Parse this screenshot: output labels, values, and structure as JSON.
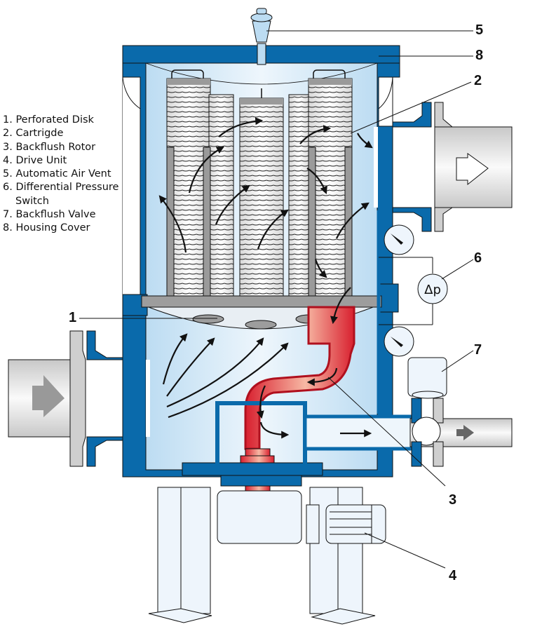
{
  "legend": {
    "items": [
      {
        "num": "1.",
        "label": "Perforated Disk"
      },
      {
        "num": "2.",
        "label": "Cartrigde"
      },
      {
        "num": "3.",
        "label": "Backflush Rotor"
      },
      {
        "num": "4.",
        "label": "Drive Unit"
      },
      {
        "num": "5.",
        "label": "Automatic Air Vent"
      },
      {
        "num": "6.",
        "label": "Differential Pressure",
        "continuation": "Switch"
      },
      {
        "num": "7.",
        "label": "Backflush Valve"
      },
      {
        "num": "8.",
        "label": "Housing Cover"
      }
    ]
  },
  "callouts": {
    "c1": "1",
    "c2": "2",
    "c3": "3",
    "c4": "4",
    "c5": "5",
    "c6": "6",
    "c7": "7",
    "c8": "8"
  },
  "gauge": {
    "dp_label": "Δp"
  },
  "colors": {
    "housing_blue": "#0a6aab",
    "interior_blue": "#bcdcf2",
    "rotor_red": "#e0263a",
    "pipe_grey": "#cfcfcf",
    "cartridge_grey": "#9a9a9a"
  }
}
